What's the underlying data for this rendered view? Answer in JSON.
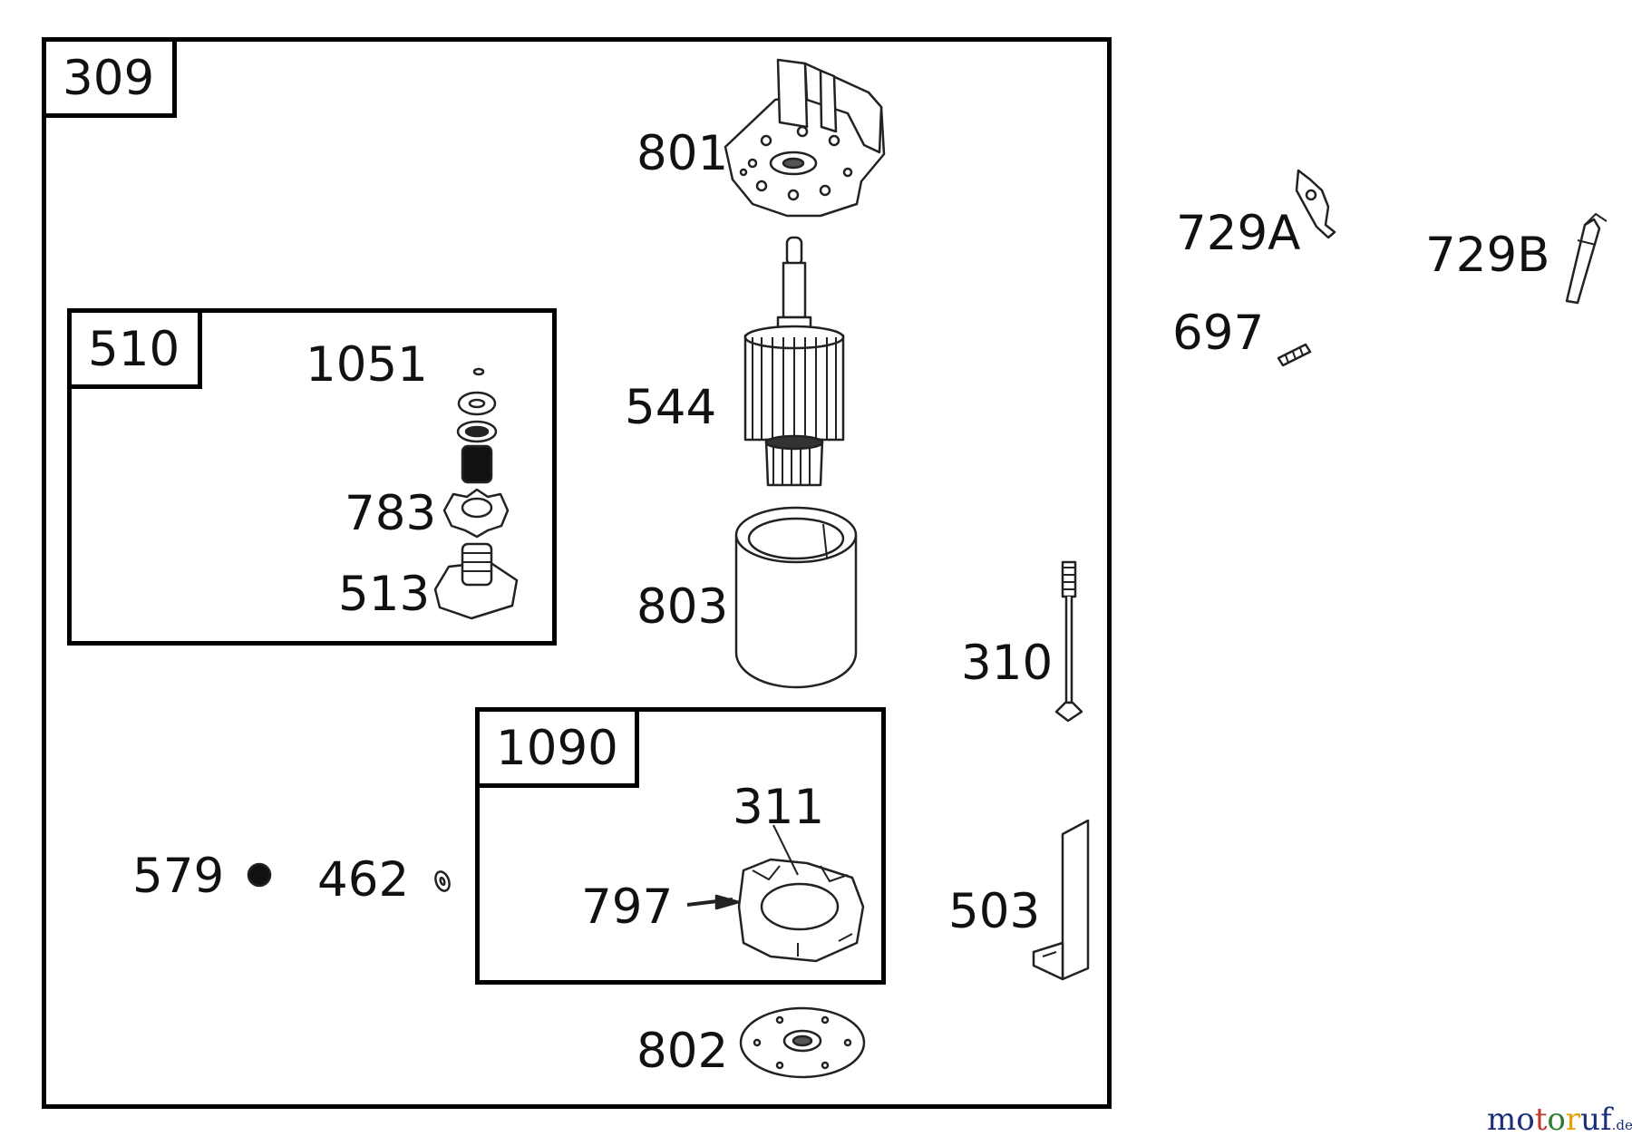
{
  "groups": {
    "main": "309",
    "pinion_kit": "510",
    "brush_kit": "1090"
  },
  "parts": {
    "p801": "801",
    "p544": "544",
    "p803": "803",
    "p802": "802",
    "p1051": "1051",
    "p783": "783",
    "p513": "513",
    "p311": "311",
    "p797": "797",
    "p579": "579",
    "p462": "462",
    "p310": "310",
    "p503": "503",
    "p729A": "729A",
    "p729B": "729B",
    "p697": "697"
  },
  "watermark": {
    "letters": [
      "m",
      "o",
      "t",
      "o",
      "r",
      "u",
      "f"
    ],
    "letter_colors": [
      "#1a2e7a",
      "#1a2e7a",
      "#c0392b",
      "#2e7d32",
      "#e6a100",
      "#1a2e7a",
      "#1a2e7a"
    ],
    "suffix": ".de"
  }
}
